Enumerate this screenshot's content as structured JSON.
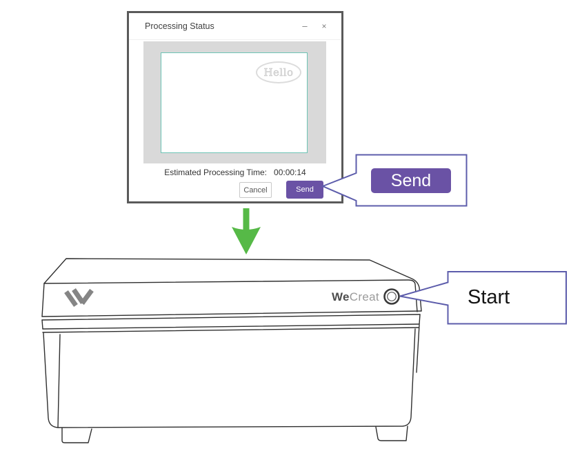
{
  "dialog": {
    "title": "Processing Status",
    "minimize_glyph": "–",
    "close_glyph": "×",
    "canvas_stamp": "Hello",
    "estimated_time_label": "Estimated Processing Time:",
    "estimated_time_value": "00:00:14",
    "cancel_label": "Cancel",
    "send_label": "Send"
  },
  "annotations": {
    "send_callout_label": "Send",
    "start_callout_label": "Start"
  },
  "machine": {
    "brand_bold": "We",
    "brand_light": "Creat"
  },
  "colors": {
    "accent_purple": "#6a52a5",
    "callout_border": "#5c5cab",
    "arrow_green": "#56b947",
    "canvas_border": "#6cc3b4",
    "workspace_gray": "#d9d9d9",
    "window_border": "#5a5a5a"
  }
}
